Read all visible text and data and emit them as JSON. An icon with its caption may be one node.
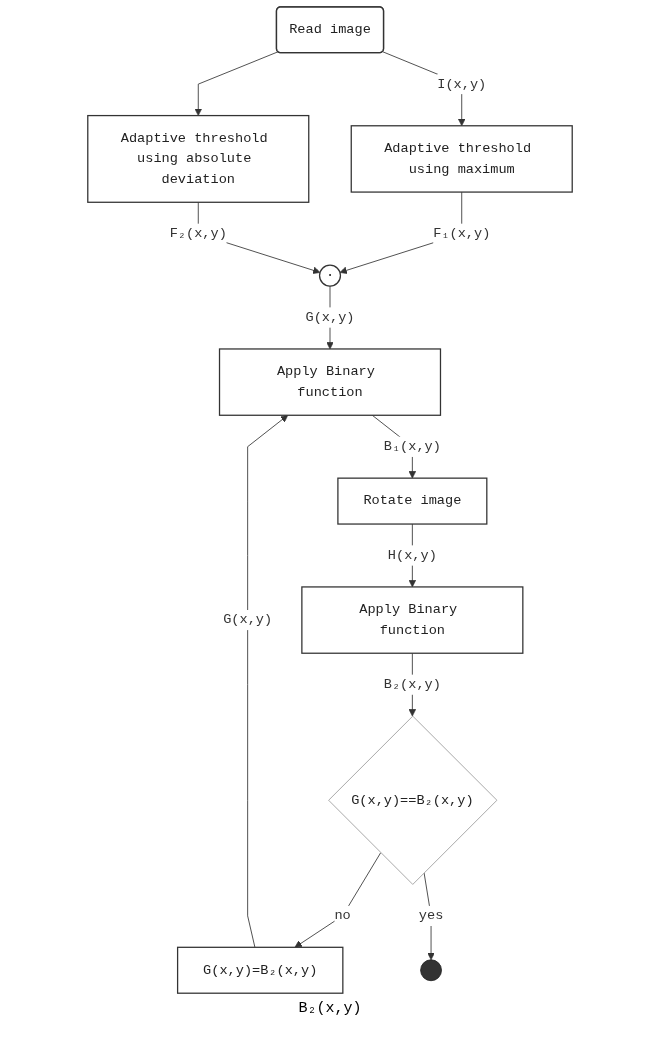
{
  "diagram": {
    "nodes": [
      {
        "text": [
          "Read image"
        ]
      },
      {
        "text": [
          "Adaptive threshold using maximum"
        ]
      },
      {
        "text": [
          "Adaptive threshold using absolute deviation"
        ]
      },
      {
        "text": [
          "·"
        ]
      },
      {
        "text": [
          "Apply Binary function"
        ]
      },
      {
        "text": [
          "Rotate image"
        ]
      },
      {
        "text": [
          "Apply Binary function"
        ]
      },
      {
        "text": [
          "G(x,y)==B₂(x,y)"
        ]
      },
      {
        "text": [
          "G(x,y)=B₂(x,y)"
        ]
      },
      {
        "text": [],
        "shape": "circle"
      }
    ],
    "edges": [
      {
        "from": 0,
        "to": 1,
        "arrow": "to",
        "label": "I(x,y)"
      },
      {
        "from": 0,
        "to": 2,
        "arrow": "to"
      },
      {
        "from": 1,
        "to": 3,
        "arrow": "to",
        "label": "F₁(x,y)"
      },
      {
        "from": 2,
        "to": 3,
        "arrow": "to",
        "label": "F₂(x,y)"
      },
      {
        "from": 3,
        "to": 4,
        "arrow": "to",
        "label": "G(x,y)"
      },
      {
        "from": 4,
        "to": 5,
        "arrow": "to",
        "label": "B₁(x,y)"
      },
      {
        "from": 5,
        "to": 6,
        "arrow": "to",
        "label": "H(x,y)"
      },
      {
        "from": 6,
        "to": 7,
        "arrow": "to",
        "label": "B₂(x,y)"
      },
      {
        "from": 7,
        "to": 8,
        "arrow": "to",
        "label": "no"
      },
      {
        "from": 8,
        "to": 4,
        "arrow": "to",
        "label": "G(x,y)"
      },
      {
        "from": 7,
        "to": 9,
        "arrow": "to",
        "label": "yes"
      }
    ],
    "labels": [
      "B₂(x,y)"
    ]
  }
}
